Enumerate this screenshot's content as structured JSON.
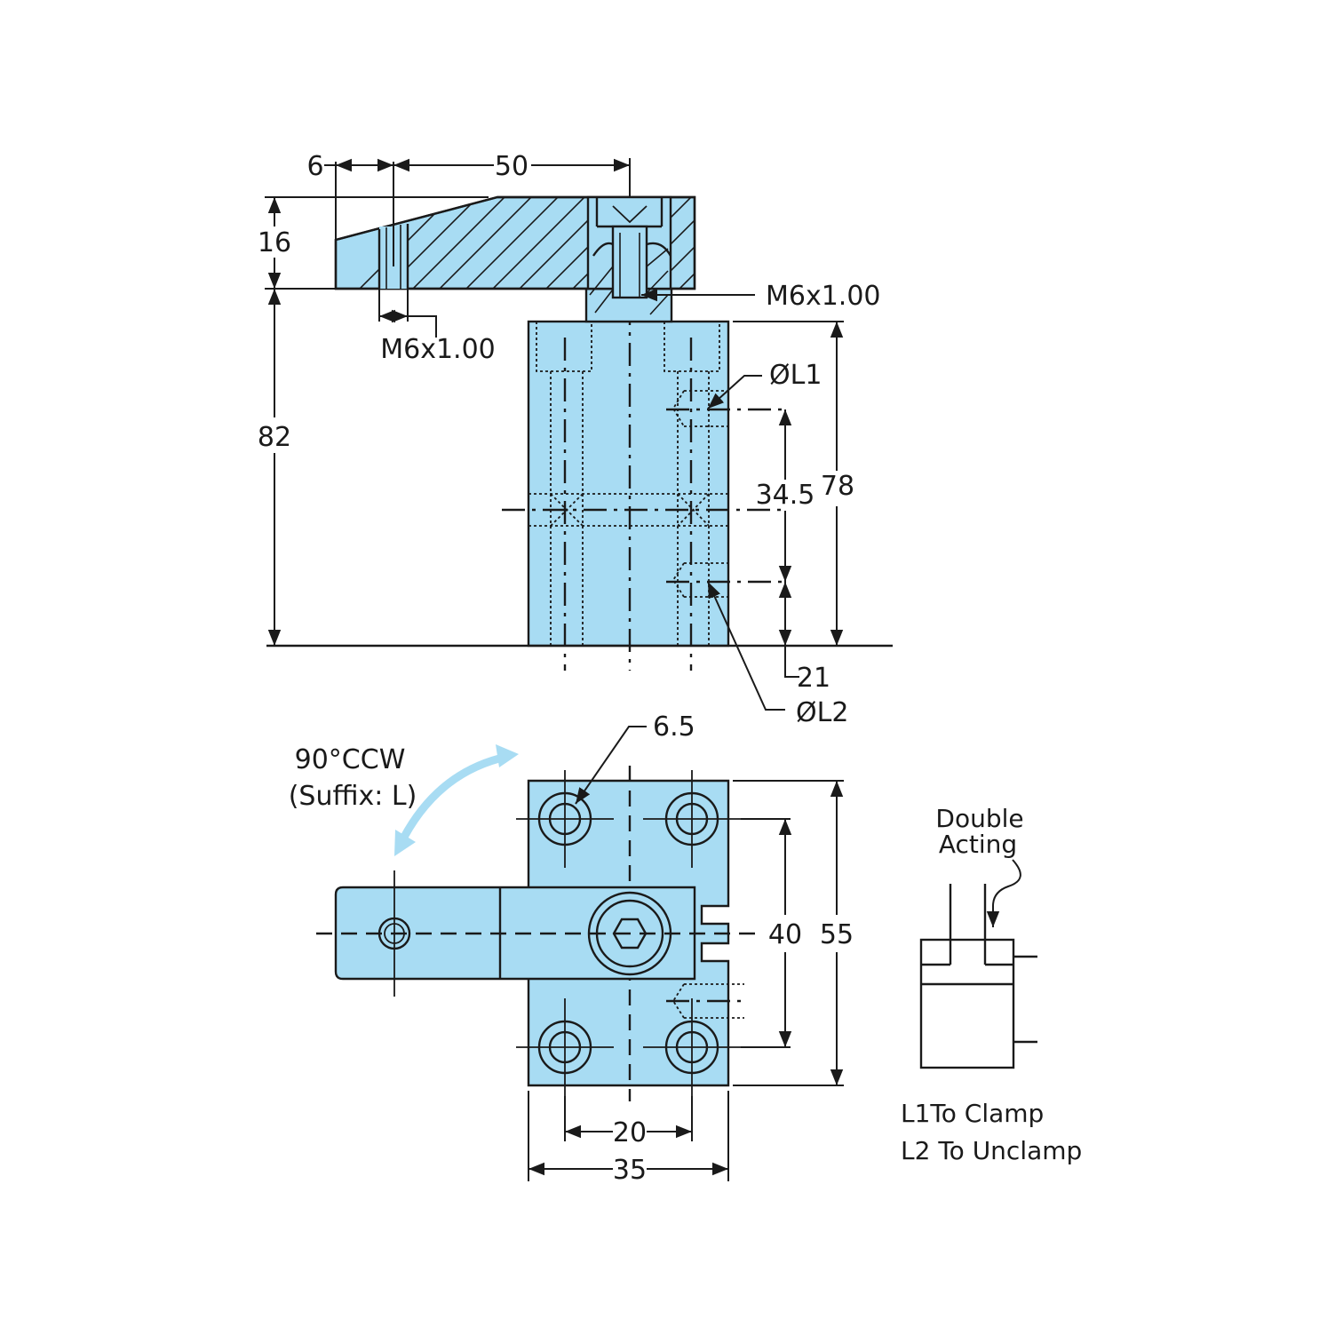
{
  "dimensions": {
    "arm_offset": "6",
    "arm_length": "50",
    "arm_height": "16",
    "total_height": "82",
    "body_height": "78",
    "port_spacing": "34.5",
    "port_low": "21",
    "bolt_hole": "6.5",
    "bolt_spacing_v": "40",
    "body_depth": "55",
    "bolt_spacing_h": "20",
    "body_width": "35"
  },
  "callouts": {
    "thread_arm": "M6x1.00",
    "thread_plunger": "M6x1.00",
    "port_l1": "ØL1",
    "port_l2": "ØL2"
  },
  "rotation": {
    "line1": "90°CCW",
    "line2": "(Suffix: L)"
  },
  "schematic": {
    "title_line1": "Double",
    "title_line2": "Acting",
    "legend_l1": "L1To Clamp",
    "legend_l2": "L2 To Unclamp"
  },
  "colors": {
    "body_fill": "#a8dcf3",
    "arrow": "#a8dcf3",
    "line": "#1a1a1a"
  }
}
